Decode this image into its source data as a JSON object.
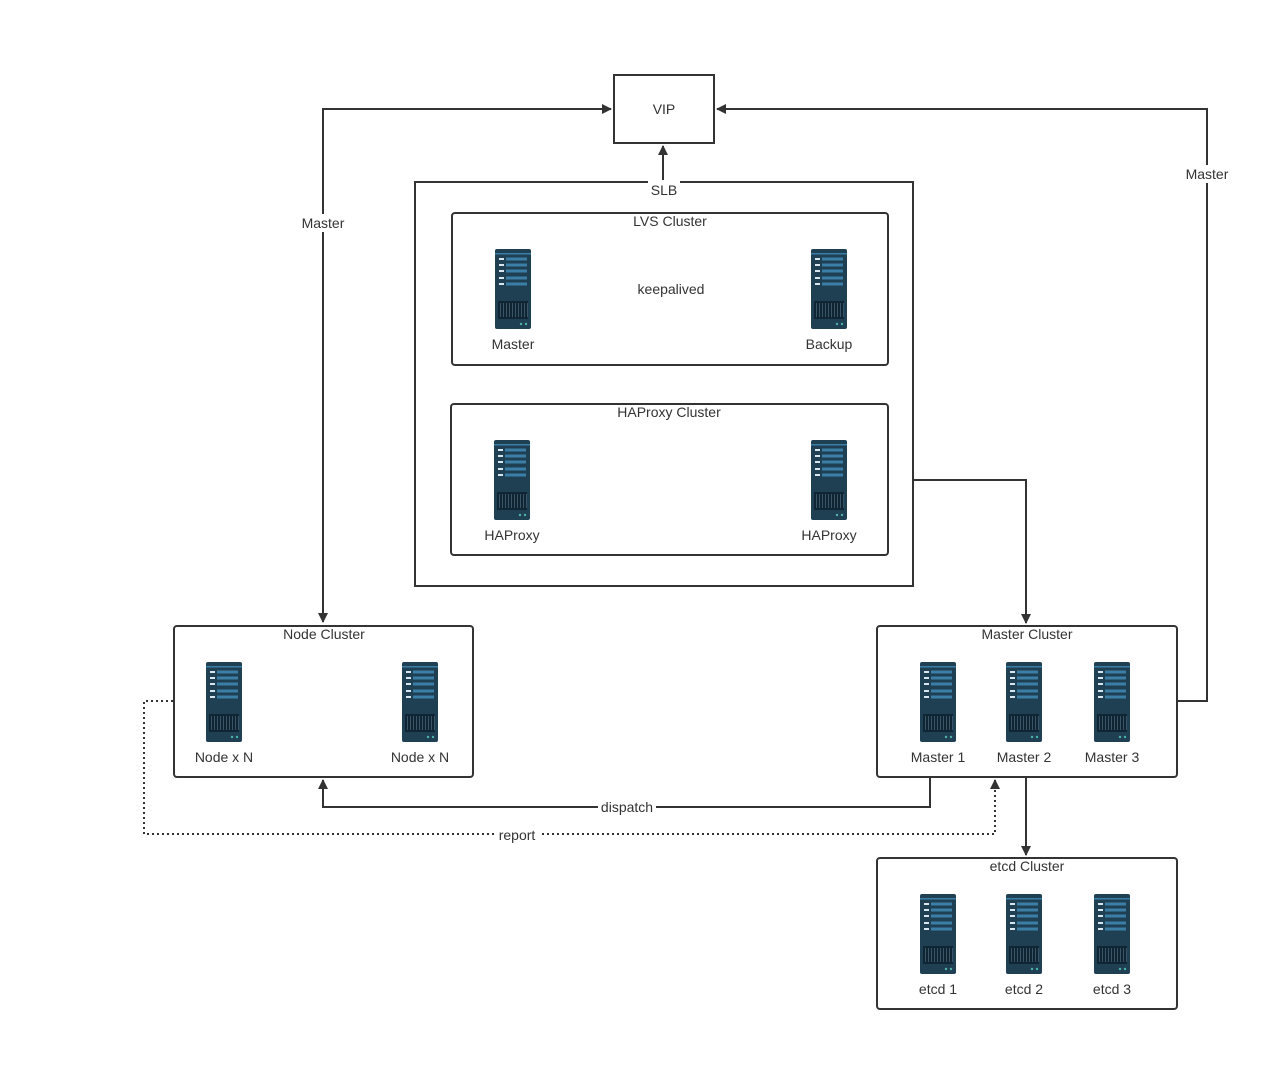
{
  "colors": {
    "line": "#333333",
    "server_body": "#1f3f52",
    "server_slot": "#3b7fa8",
    "server_grille": "#0f2533",
    "server_led": "#4fb3a9"
  },
  "icons": {
    "server": "server-rack-icon"
  },
  "nodes": {
    "vip": "VIP",
    "slb": "SLB",
    "lvs_cluster": "LVS Cluster",
    "lvs_master": "Master",
    "lvs_backup": "Backup",
    "haproxy_cluster": "HAProxy Cluster",
    "haproxy_1": "HAProxy",
    "haproxy_2": "HAProxy",
    "node_cluster": "Node Cluster",
    "node_1": "Node x N",
    "node_2": "Node x N",
    "master_cluster": "Master Cluster",
    "master_1": "Master 1",
    "master_2": "Master 2",
    "master_3": "Master 3",
    "etcd_cluster": "etcd Cluster",
    "etcd_1": "etcd 1",
    "etcd_2": "etcd 2",
    "etcd_3": "etcd 3"
  },
  "edges": {
    "keepalived": "keepalived",
    "node_to_vip": "Master",
    "master_to_vip": "Master",
    "dispatch": "dispatch",
    "report": "report"
  }
}
